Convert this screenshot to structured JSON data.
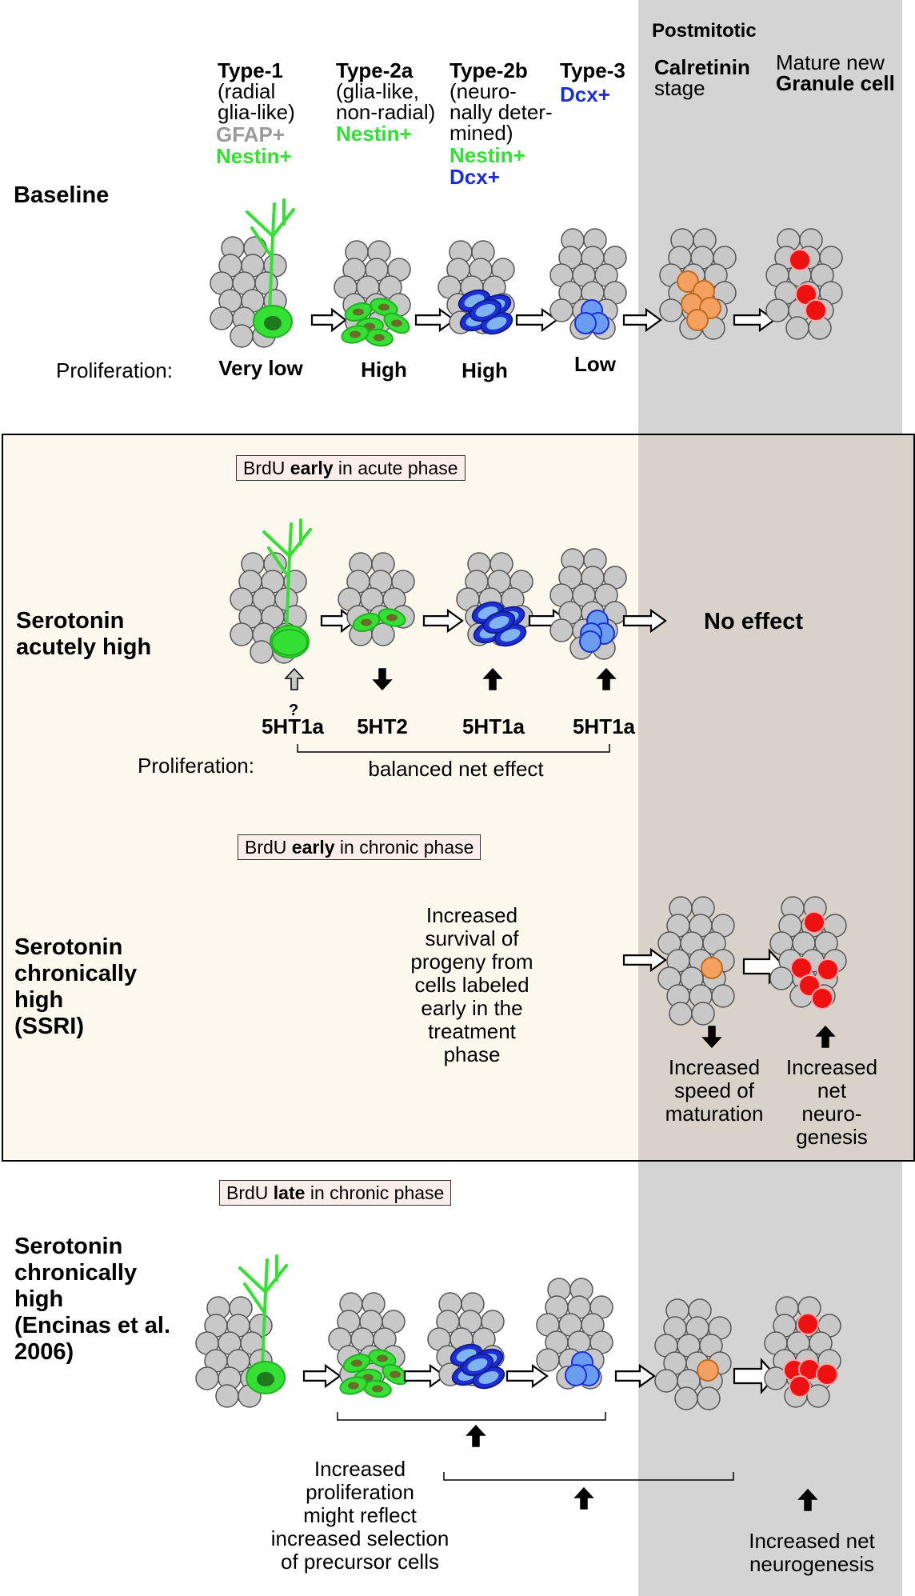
{
  "header": {
    "postmitotic": "Postmitotic",
    "type1": {
      "title": "Type-1",
      "desc": [
        "(radial",
        "glia-like)"
      ],
      "markers": [
        "GFAP+",
        "Nestin+"
      ]
    },
    "type2a": {
      "title": "Type-2a",
      "desc": [
        "(glia-like,",
        "non-radial)"
      ],
      "markers": [
        "Nestin+"
      ]
    },
    "type2b": {
      "title": "Type-2b",
      "desc": [
        "(neuro-",
        "nally deter-",
        "mined)"
      ],
      "markers": [
        "Nestin+",
        "Dcx+"
      ]
    },
    "type3": {
      "title": "Type-3",
      "markers": [
        "Dcx+"
      ]
    },
    "calretinin": {
      "title": "Calretinin",
      "sub": "stage"
    },
    "granule": {
      "line1": "Mature new",
      "line2": "Granule cell"
    }
  },
  "baseline": {
    "title": "Baseline",
    "proliferation_label": "Proliferation:",
    "levels": [
      "Very low",
      "High",
      "High",
      "Low"
    ]
  },
  "acute": {
    "brdu_pre": "BrdU ",
    "brdu_bold": "early",
    "brdu_post": " in acute phase",
    "title": [
      "Serotonin",
      "acutely high"
    ],
    "no_effect": "No effect",
    "question": "?",
    "receptors": [
      "5HT1a",
      "5HT2",
      "5HT1a",
      "5HT1a"
    ],
    "proliferation_label": "Proliferation:",
    "balanced": "balanced net effect"
  },
  "chronic": {
    "brdu_pre": "BrdU ",
    "brdu_bold": "early",
    "brdu_post": " in chronic phase",
    "title": [
      "Serotonin",
      "chronically",
      "high",
      "(SSRI)"
    ],
    "survival": [
      "Increased",
      "survival of",
      "progeny from",
      "cells labeled",
      "early in the",
      "treatment",
      "phase"
    ],
    "speed": [
      "Increased",
      "speed of",
      "maturation"
    ],
    "net": [
      "Increased",
      "net",
      "neuro-",
      "genesis"
    ]
  },
  "late": {
    "brdu_pre": "BrdU ",
    "brdu_bold": "late",
    "brdu_post": " in chronic phase",
    "title": [
      "Serotonin",
      "chronically",
      "high",
      "(Encinas et al.",
      "2006)"
    ],
    "proliferation_note": [
      "Increased",
      "proliferation",
      "might reflect",
      "increased selection",
      "of precursor cells"
    ],
    "net": [
      "Increased net",
      "neurogenesis"
    ]
  },
  "colors": {
    "green": "#33e033",
    "blue": "#1c2ed6",
    "gray_band": "#d4d4d4",
    "cream": "#fdf8ee",
    "brown_band": "#d9d2ca",
    "orange": "#f4a060",
    "red": "#ee1111"
  }
}
